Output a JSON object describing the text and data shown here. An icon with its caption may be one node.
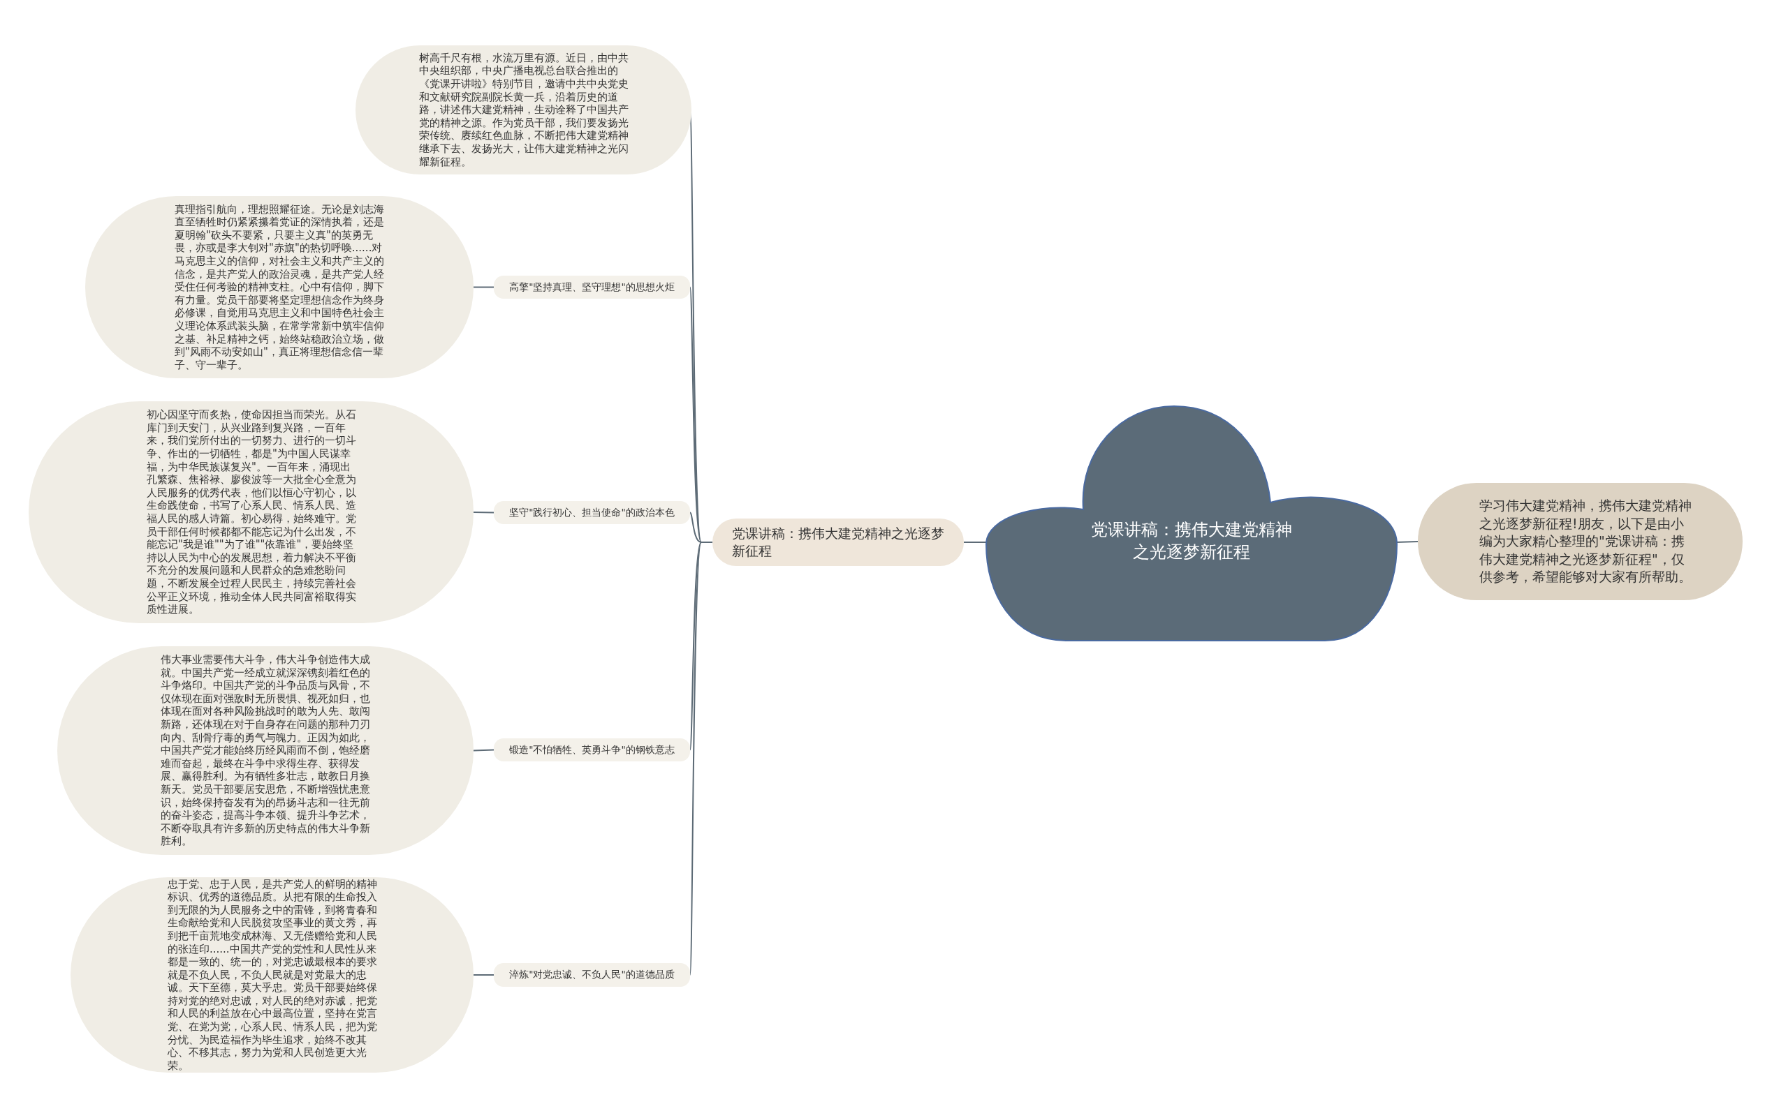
{
  "diagram": {
    "nodes": [
      {
        "text": [
          "党课讲稿：携伟大建党精神之光逐梦新征程"
        ]
      },
      {
        "text": [
          "党课讲稿：携伟大建党精神之光逐梦新征程"
        ]
      },
      {
        "text": [
          "树高千尺有根，水流万里有源。近日，由中共中央组织部，中央广播电视总台联合推出的《党课开讲啦》特别节目，邀请中共中央党史和文献研究院副院长黄一兵，沿着历史的道路，讲述伟大建党精神，生动诠释了中国共产党的精神之源。作为党员干部，我们要发扬光荣传统、赓续红色血脉，不断把伟大建党精神继承下去、发扬光大，让伟大建党精神之光闪耀新征程。"
        ]
      },
      {
        "text": [
          "高擎\"坚持真理、坚守理想\"的思想火炬"
        ]
      },
      {
        "text": [
          "真理指引航向，理想照耀征途。无论是刘志海直至牺牲时仍紧紧攥着党证的深情执着，还是夏明翰\"砍头不要紧，只要主义真\"的英勇无畏，亦或是李大钊对\"赤旗\"的热切呼唤......对马克思主义的信仰，对社会主义和共产主义的信念，是共产党人的政治灵魂，是共产党人经受住任何考验的精神支柱。心中有信仰，脚下有力量。党员干部要将坚定理想信念作为终身必修课，自觉用马克思主义和中国特色社会主义理论体系武装头脑，在常学常新中筑牢信仰之基、补足精神之钙，始终站稳政治立场，做到\"风雨不动安如山\"，真正将理想信念信一辈子、守一辈子。"
        ]
      },
      {
        "text": [
          "坚守\"践行初心、担当使命\"的政治本色"
        ]
      },
      {
        "text": [
          "初心因坚守而炙热，使命因担当而荣光。从石库门到天安门，从兴业路到复兴路，一百年来，我们党所付出的一切努力、进行的一切斗争、作出的一切牺牲，都是\"为中国人民谋幸福，为中华民族谋复兴\"。一百年来，涌现出孔繁森、焦裕禄、廖俊波等一大批全心全意为人民服务的优秀代表，他们以恒心守初心，以生命践使命，书写了心系人民、情系人民、造福人民的感人诗篇。初心易得，始终难守。党员干部任何时候都都不能忘记为什么出发，不能忘记\"我是谁\"\"为了谁\"\"依靠谁\"，要始终坚持以人民为中心的发展思想，着力解决不平衡不充分的发展问题和人民群众的急难愁盼问题，不断发展全过程人民民主，持续完善社会公平正义环境，推动全体人民共同富裕取得实质性进展。"
        ]
      },
      {
        "text": [
          "锻造\"不怕牺牲、英勇斗争\"的钢铁意志"
        ]
      },
      {
        "text": [
          "伟大事业需要伟大斗争，伟大斗争创造伟大成就。中国共产党一经成立就深深镌刻着红色的斗争烙印。中国共产党的斗争品质与风骨，不仅体现在面对强敌时无所畏惧、视死如归，也体现在面对各种风险挑战时的敢为人先、敢闯新路，还体现在对于自身存在问题的那种刀刃向内、刮骨疗毒的勇气与魄力。正因为如此，中国共产党才能始终历经风雨而不倒，饱经磨难而奋起，最终在斗争中求得生存、获得发展、赢得胜利。为有牺牲多壮志，敢教日月换新天。党员干部要居安思危，不断增强忧患意识，始终保持奋发有为的昂扬斗志和一往无前的奋斗姿态，提高斗争本领、提升斗争艺术，不断夺取具有许多新的历史特点的伟大斗争新胜利。"
        ]
      },
      {
        "text": [
          "淬炼\"对党忠诚、不负人民\"的道德品质"
        ]
      },
      {
        "text": [
          "忠于党、忠于人民，是共产党人的鲜明的精神标识、优秀的道德品质。从把有限的生命投入到无限的为人民服务之中的雷锋，到将青春和生命献给党和人民脱贫攻坚事业的黄文秀，再到把千亩荒地变成林海、又无偿赠给党和人民的张连印......中国共产党的党性和人民性从来都是一致的、统一的，对党忠诚最根本的要求就是不负人民，不负人民就是对党最大的忠诚。天下至德，莫大乎忠。党员干部要始终保持对党的绝对忠诚，对人民的绝对赤诚，把党和人民的利益放在心中最高位置，坚持在党言党、在党为党，心系人民、情系人民，把为党分忧、为民造福作为毕生追求，始终不改其心、不移其志，努力为党和人民创造更大光荣。"
        ]
      },
      {
        "text": [
          "学习伟大建党精神，携伟大建党精神之光逐梦新征程!朋友，以下是由小编为大家精心整理的\"党课讲稿：携伟大建党精神之光逐梦新征程\"，仅供参考，希望能够对大家有所帮助。"
        ]
      }
    ],
    "edges": [
      {
        "from": 0,
        "to": 1,
        "arrow": "none"
      },
      {
        "from": 0,
        "to": 11,
        "arrow": "none"
      },
      {
        "from": 1,
        "to": 2,
        "arrow": "none"
      },
      {
        "from": 1,
        "to": 3,
        "arrow": "none"
      },
      {
        "from": 3,
        "to": 4,
        "arrow": "none"
      },
      {
        "from": 1,
        "to": 5,
        "arrow": "none"
      },
      {
        "from": 5,
        "to": 6,
        "arrow": "none"
      },
      {
        "from": 1,
        "to": 7,
        "arrow": "none"
      },
      {
        "from": 7,
        "to": 8,
        "arrow": "none"
      },
      {
        "from": 1,
        "to": 9,
        "arrow": "none"
      },
      {
        "from": 9,
        "to": 10,
        "arrow": "none"
      }
    ]
  }
}
